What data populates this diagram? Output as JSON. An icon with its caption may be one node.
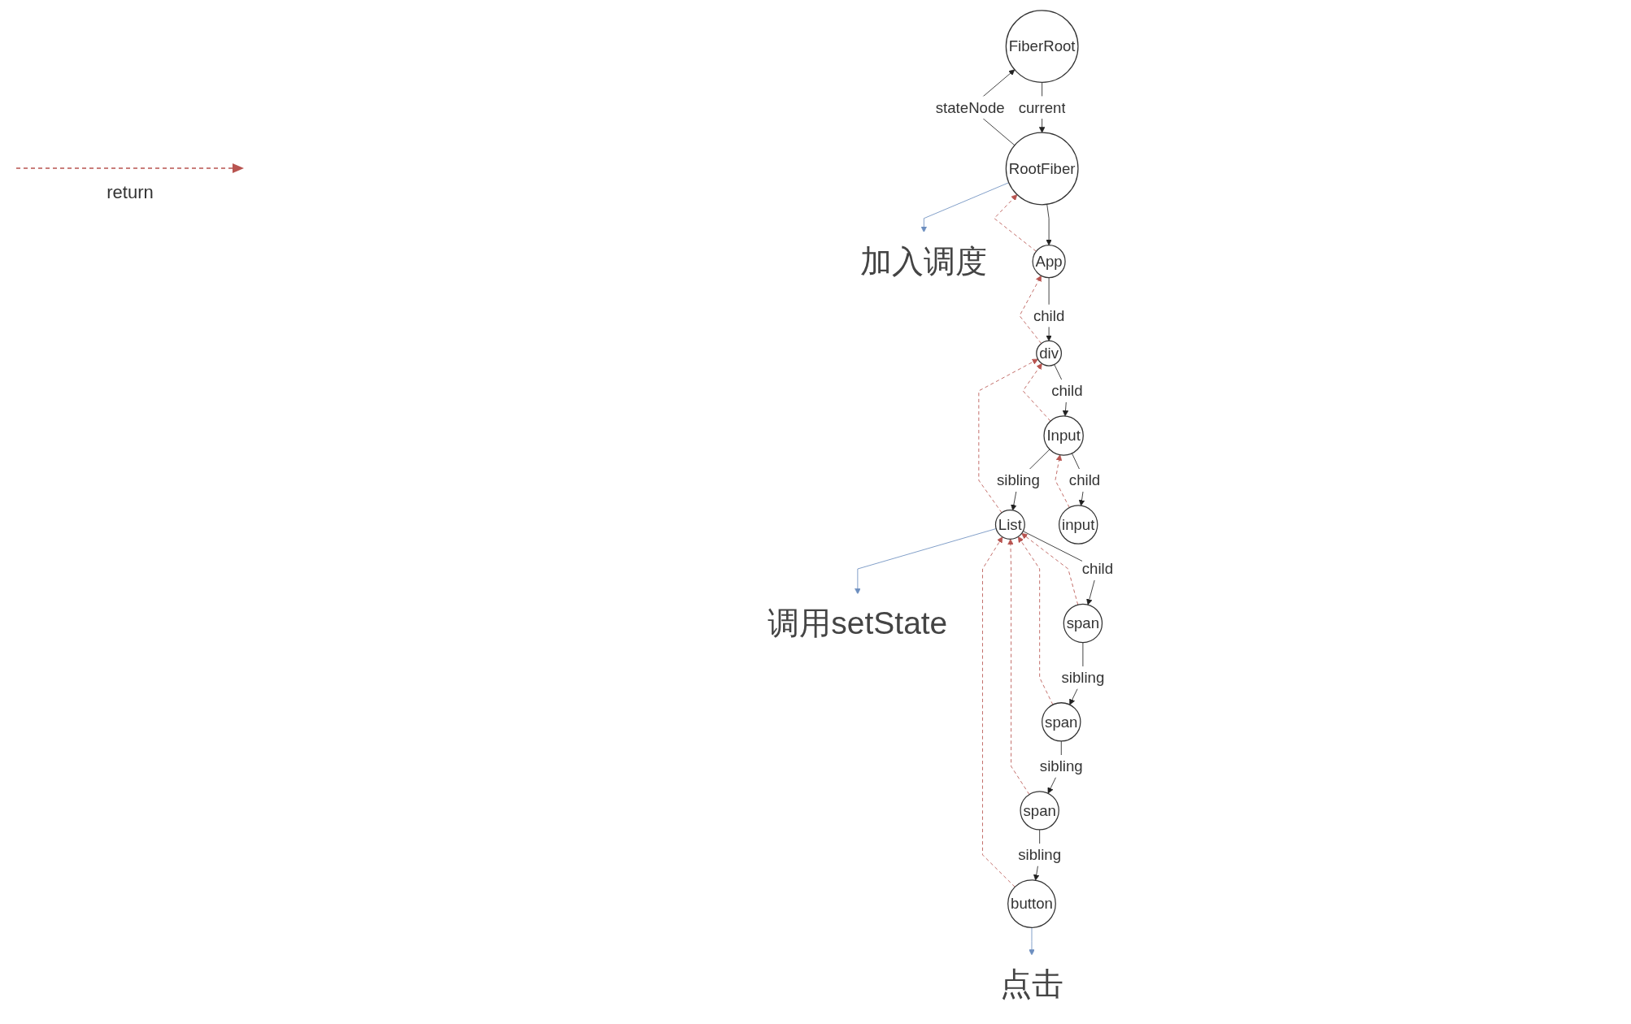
{
  "diagram": {
    "nodes": [
      {
        "text": [
          "FiberRoot"
        ]
      },
      {
        "text": [
          "RootFiber"
        ]
      },
      {
        "text": [
          "加入调度"
        ]
      },
      {
        "text": [
          "App"
        ]
      },
      {
        "text": [
          "div"
        ]
      },
      {
        "text": [
          "Input"
        ]
      },
      {
        "text": [
          "List"
        ]
      },
      {
        "text": [
          "调用setState"
        ]
      },
      {
        "text": [
          "input"
        ]
      },
      {
        "text": [
          "span"
        ]
      },
      {
        "text": [
          "span"
        ]
      },
      {
        "text": [
          "span"
        ]
      },
      {
        "text": [
          "button"
        ]
      },
      {
        "text": [
          "点击"
        ]
      }
    ],
    "edges": [
      {
        "from": 0,
        "to": 1,
        "arrow": "to",
        "label": "current"
      },
      {
        "from": 1,
        "to": 0,
        "arrow": "to",
        "label": "stateNode"
      },
      {
        "from": 1,
        "to": 3,
        "arrow": "to"
      },
      {
        "from": 3,
        "to": 1,
        "arrow": "to",
        "style": "dashed",
        "color": "#b85450"
      },
      {
        "from": 3,
        "to": 4,
        "arrow": "to",
        "label": "child"
      },
      {
        "from": 4,
        "to": 3,
        "arrow": "to",
        "style": "dashed",
        "color": "#b85450"
      },
      {
        "from": 4,
        "to": 5,
        "arrow": "to",
        "label": "child"
      },
      {
        "from": 5,
        "to": 4,
        "arrow": "to",
        "style": "dashed",
        "color": "#b85450"
      },
      {
        "from": 5,
        "to": 6,
        "arrow": "to",
        "label": "sibling"
      },
      {
        "from": 6,
        "to": 4,
        "arrow": "to",
        "style": "dashed",
        "color": "#b85450"
      },
      {
        "from": 5,
        "to": 8,
        "arrow": "to",
        "label": "child"
      },
      {
        "from": 8,
        "to": 5,
        "arrow": "to",
        "style": "dashed",
        "color": "#b85450"
      },
      {
        "from": 6,
        "to": 9,
        "arrow": "to",
        "label": "child"
      },
      {
        "from": 9,
        "to": 6,
        "arrow": "to",
        "style": "dashed",
        "color": "#b85450"
      },
      {
        "from": 9,
        "to": 10,
        "arrow": "to",
        "label": "sibling"
      },
      {
        "from": 10,
        "to": 6,
        "arrow": "to",
        "style": "dashed",
        "color": "#b85450"
      },
      {
        "from": 10,
        "to": 11,
        "arrow": "to",
        "label": "sibling"
      },
      {
        "from": 11,
        "to": 6,
        "arrow": "to",
        "style": "dashed",
        "color": "#b85450"
      },
      {
        "from": 11,
        "to": 12,
        "arrow": "to",
        "label": "sibling"
      },
      {
        "from": 12,
        "to": 6,
        "arrow": "to",
        "style": "dashed",
        "color": "#b85450"
      },
      {
        "from": 1,
        "to": 2,
        "arrow": "to",
        "color": "#6c8ebf"
      },
      {
        "from": 6,
        "to": 7,
        "arrow": "to",
        "color": "#6c8ebf"
      },
      {
        "from": 12,
        "to": 13,
        "arrow": "to",
        "color": "#6c8ebf"
      }
    ],
    "legend": [
      {
        "text": "return"
      }
    ]
  }
}
